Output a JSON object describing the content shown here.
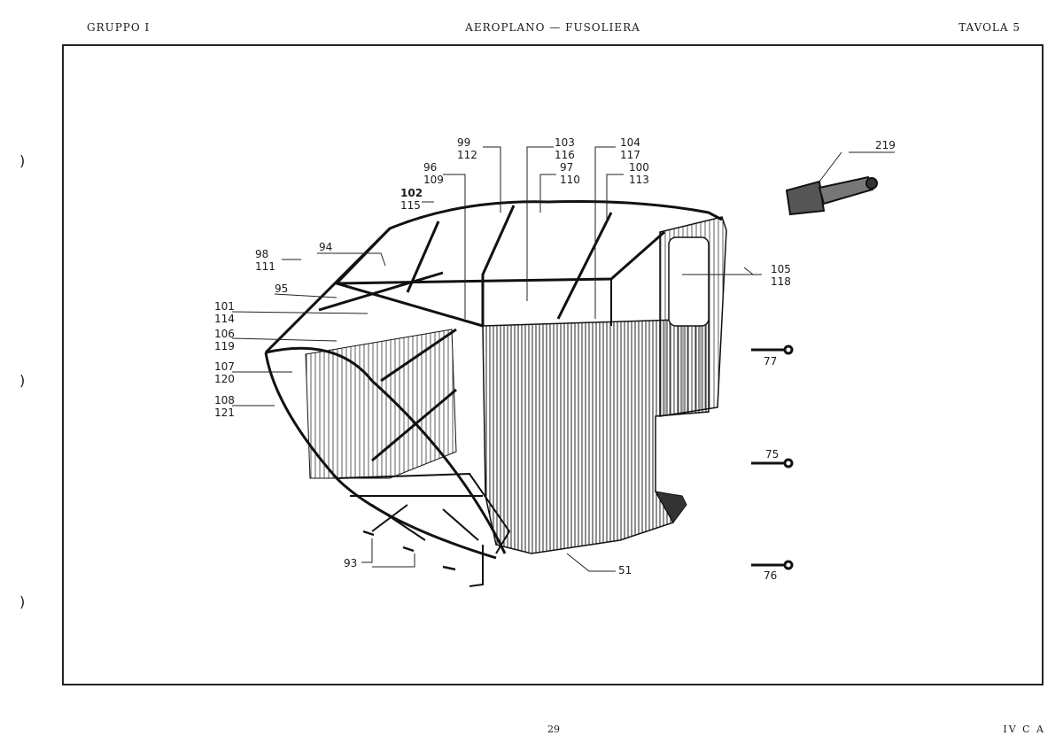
{
  "header": {
    "left": "GRUPPO I",
    "center": "AEROPLANO — FUSOLIERA",
    "right": "TAVOLA 5"
  },
  "footer": {
    "page": "29",
    "code": "IV C A"
  },
  "margin_marks": [
    ")",
    ")",
    ")"
  ],
  "callouts": {
    "c99": "99",
    "c112": "112",
    "c103": "103",
    "c116": "116",
    "c104": "104",
    "c117": "117",
    "c96": "96",
    "c109": "109",
    "c97": "97",
    "c110": "110",
    "c100": "100",
    "c113": "113",
    "c102": "102",
    "c115": "115",
    "c98": "98",
    "c111": "111",
    "c94": "94",
    "c95": "95",
    "c101": "101",
    "c114": "114",
    "c106": "106",
    "c119": "119",
    "c107": "107",
    "c120": "120",
    "c108": "108",
    "c121": "121",
    "c105": "105",
    "c118": "118",
    "c219": "219",
    "c77": "77",
    "c75": "75",
    "c76": "76",
    "c93": "93",
    "c51": "51"
  }
}
